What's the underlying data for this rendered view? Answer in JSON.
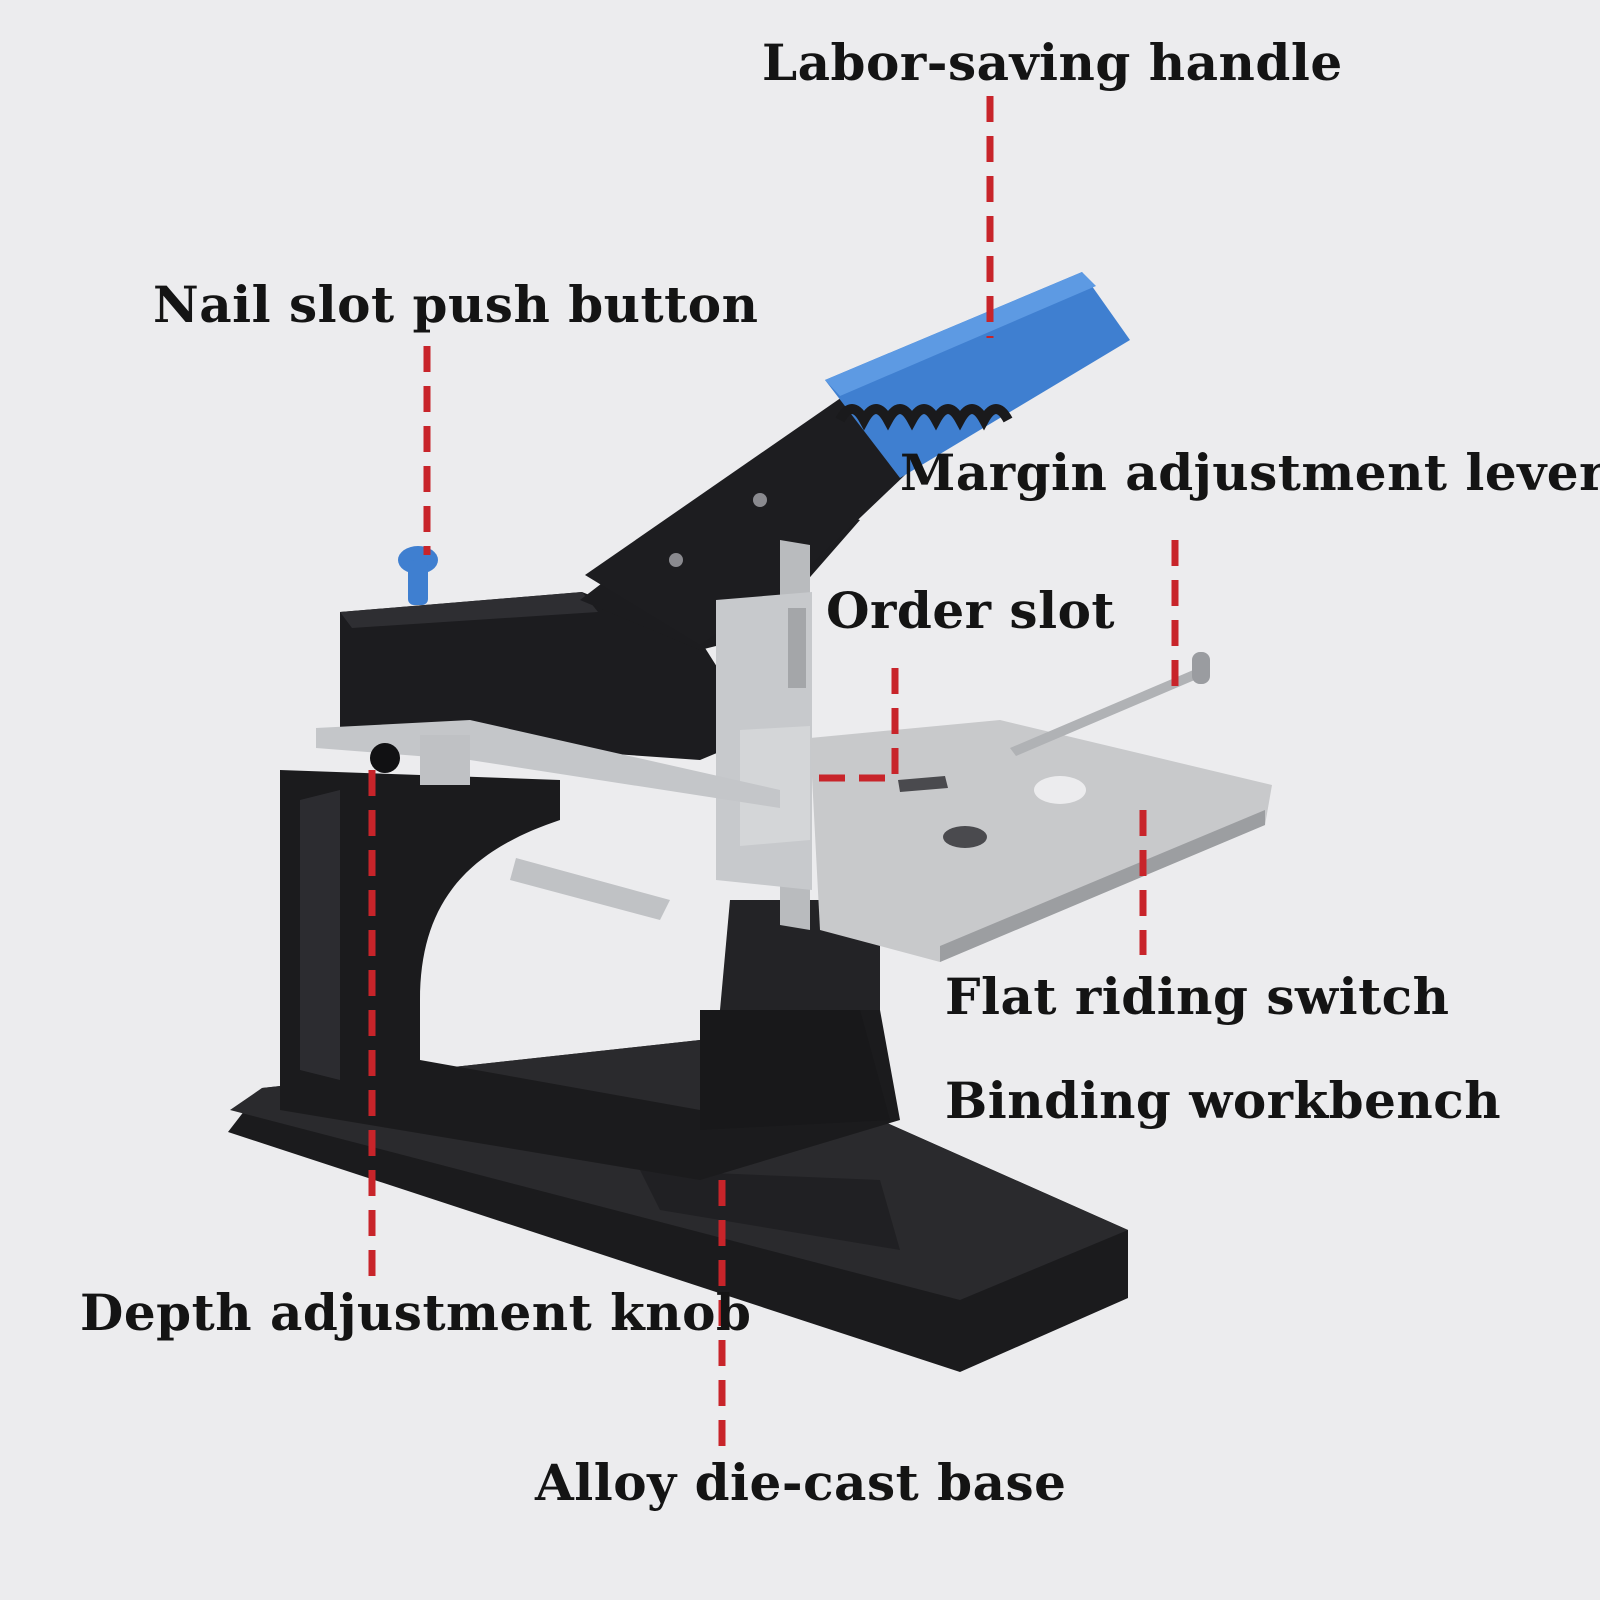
{
  "colors": {
    "background": "#ececee",
    "body_black": "#1b1b1d",
    "accent_blue": "#3f7fd0",
    "steel": "#c7c9cc",
    "leader_red": "#c8242a"
  },
  "labels": {
    "labor_saving_handle": "Labor-saving handle",
    "nail_slot_push_button": "Nail slot push button",
    "margin_adjustment_lever": "Margin adjustment lever",
    "order_slot": "Order slot",
    "flat_riding_switch": "Flat riding switch",
    "binding_workbench": "Binding workbench",
    "depth_adjustment_knob": "Depth adjustment knob",
    "alloy_die_cast_base": "Alloy die-cast base"
  }
}
